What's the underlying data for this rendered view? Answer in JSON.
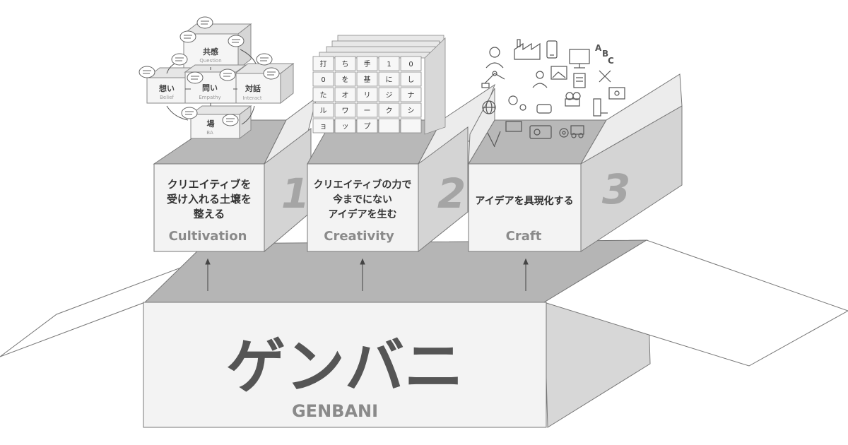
{
  "main_box": {
    "title": "ゲンバニ",
    "subtitle": "GENBANI"
  },
  "stages": [
    {
      "number": "1",
      "lines": [
        "クリエイティブを",
        "受け入れる土壌を",
        "整える"
      ],
      "label": "Cultivation"
    },
    {
      "number": "2",
      "lines": [
        "クリエイティブの力で",
        "今までにない",
        "アイデアを生む"
      ],
      "label": "Creativity"
    },
    {
      "number": "3",
      "lines": [
        "アイデアを具現化する"
      ],
      "label": "Craft"
    }
  ],
  "cultivation_cubes": [
    {
      "jp": "共感",
      "en": "Question"
    },
    {
      "jp": "想い",
      "en": "Belief"
    },
    {
      "jp": "問い",
      "en": "Empathy"
    },
    {
      "jp": "対話",
      "en": "Interact"
    },
    {
      "jp": "場",
      "en": "BA"
    }
  ],
  "creativity_grid": [
    [
      "打",
      "ち",
      "手",
      "1",
      "0"
    ],
    [
      "0",
      "を",
      "基",
      "に",
      "し"
    ],
    [
      "た",
      "オ",
      "リ",
      "ジ",
      "ナ"
    ],
    [
      "ル",
      "ワ",
      "ー",
      "ク",
      "シ"
    ],
    [
      "ョ",
      "ッ",
      "プ",
      "",
      ""
    ]
  ],
  "craft_icons": [
    "mechanic-icon",
    "factory-icon",
    "phone-hand-icon",
    "abc-icon",
    "monitor-icon",
    "robot-arm-icon",
    "tools-icon",
    "photo-icon",
    "camera-icon",
    "worker-icon",
    "document-icon",
    "gears-icon",
    "speech-icon",
    "truck-icon",
    "globe-icon",
    "forklift-icon",
    "radio-icon"
  ],
  "colors": {
    "box_face": "#f2f2f2",
    "box_side": "#d9d9d9",
    "box_inside": "#b3b3b3",
    "stroke": "#666666",
    "title": "#555555",
    "subtitle": "#8a8a8a"
  }
}
